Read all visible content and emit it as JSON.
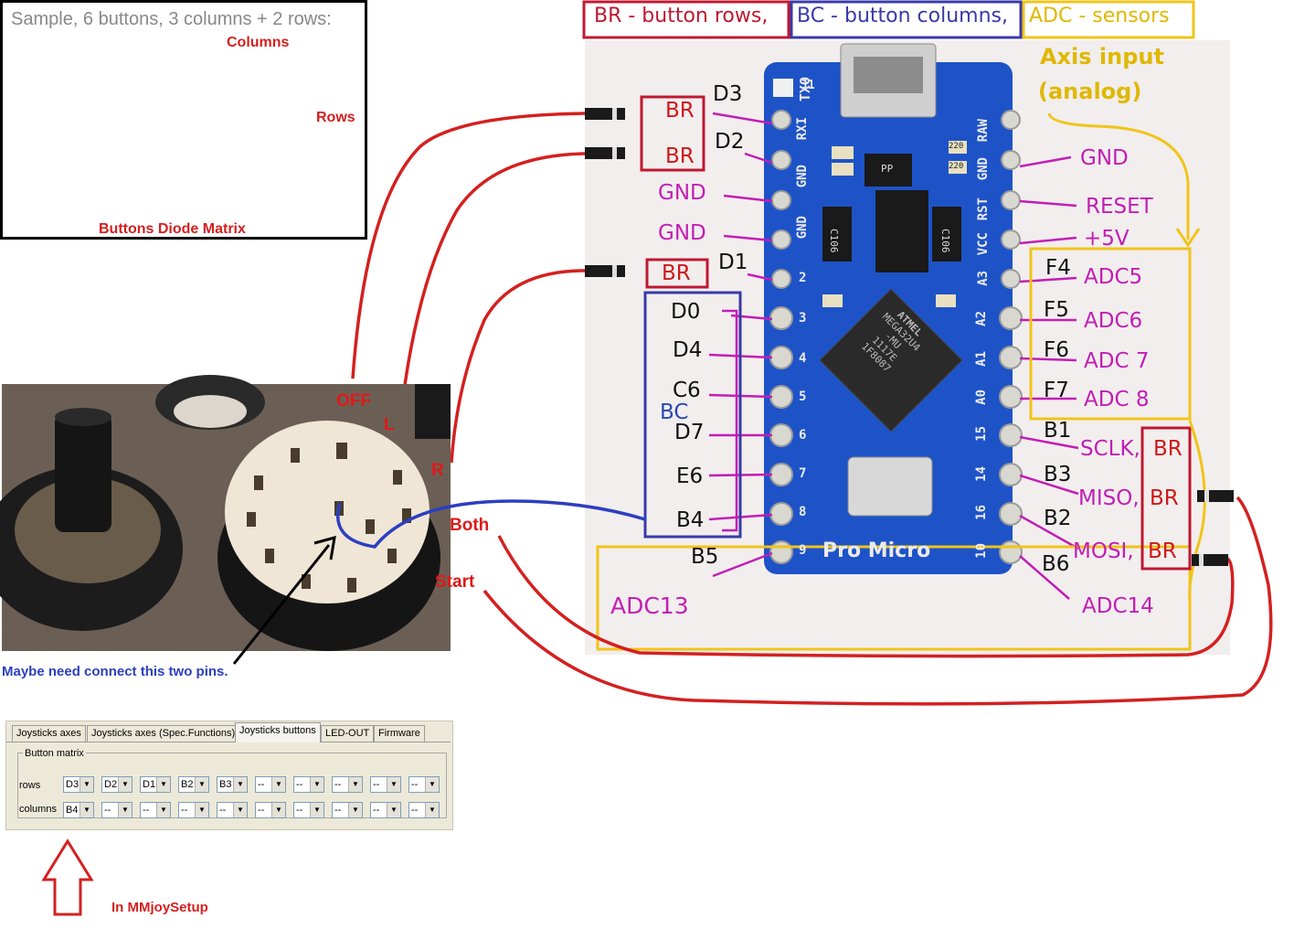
{
  "sample": {
    "title": "Sample, 6 buttons, 3 columns + 2 rows:",
    "columns_label": "Columns",
    "rows_label": "Rows",
    "matrix_label": "Buttons Diode Matrix"
  },
  "legend": {
    "br": "BR - button rows,",
    "bc": "BC - button columns,",
    "adc": "ADC - sensors"
  },
  "axis_input": {
    "line1": "Axis input",
    "line2": "(analog)"
  },
  "left_pins": [
    {
      "pin": "D3",
      "group": "BR"
    },
    {
      "pin": "D2",
      "group": "BR"
    },
    {
      "pin": "GND",
      "group": ""
    },
    {
      "pin": "GND",
      "group": ""
    },
    {
      "pin": "D1",
      "group": "BR"
    },
    {
      "pin": "D0",
      "group": ""
    },
    {
      "pin": "D4",
      "group": ""
    },
    {
      "pin": "C6",
      "group": ""
    },
    {
      "pin": "D7",
      "group": ""
    },
    {
      "pin": "E6",
      "group": ""
    },
    {
      "pin": "B4",
      "group": ""
    }
  ],
  "bc_label": "BC",
  "b5_label": "B5",
  "adc13_label": "ADC13",
  "right_pins": {
    "gnd": "GND",
    "reset": "RESET",
    "plus5v": "+5V",
    "f4": "F4",
    "adc5": "ADC5",
    "f5": "F5",
    "adc6": "ADC6",
    "f6": "F6",
    "adc7": "ADC 7",
    "f7": "F7",
    "adc8": "ADC 8",
    "b1": "B1",
    "sclk": "SCLK,",
    "br1": "BR",
    "b3": "B3",
    "miso": "MISO,",
    "br2": "BR",
    "b2": "B2",
    "mosi": "MOSI,",
    "br3": "BR",
    "b6": "B6",
    "adc14": "ADC14"
  },
  "board": {
    "top_silk": [
      "TXO",
      "RXI",
      "GND",
      "GND",
      "2"
    ],
    "top_silk_right": [
      "RAW",
      "GND",
      "RST",
      "VCC",
      "A3"
    ],
    "right_silk": [
      "A2",
      "A1",
      "A0",
      "15",
      "14",
      "16",
      "10"
    ],
    "left_silk": [
      "3",
      "4",
      "5",
      "6",
      "7",
      "8",
      "9"
    ],
    "chip": [
      "ATMEL",
      "MEGA32U4",
      "-MU",
      "1117E",
      "1F8087"
    ],
    "name": "Pro Micro",
    "j1": "J1",
    "c106a": "C106",
    "c106b": "C106",
    "pp": "PP",
    "t220a": "220",
    "t220b": "220"
  },
  "switch": {
    "off": "OFF",
    "l": "L",
    "r": "R",
    "both": "Both",
    "start": "Start"
  },
  "note": "Maybe need connect this two pins.",
  "mmjoy": {
    "tabs": [
      "Joysticks axes",
      "Joysticks axes (Spec.Functions)",
      "Joysticks buttons",
      "LED-OUT",
      "Firmware"
    ],
    "group_title": "Button matrix",
    "rows_label": "rows",
    "columns_label": "columns",
    "rows_values": [
      "D3",
      "D2",
      "D1",
      "B2",
      "B3",
      "--",
      "--",
      "--",
      "--",
      "--"
    ],
    "columns_values": [
      "B4",
      "--",
      "--",
      "--",
      "--",
      "--",
      "--",
      "--",
      "--",
      "--"
    ]
  },
  "mmjoy_caption": "In MMjoySetup",
  "colors": {
    "wire_red": "#d42020",
    "wire_blue": "#2c3fbf",
    "adc_yellow": "#f0c419",
    "bc_blue": "#3a3aa8",
    "pin_pink": "#c21eb4",
    "board_blue": "#1e53c8"
  }
}
